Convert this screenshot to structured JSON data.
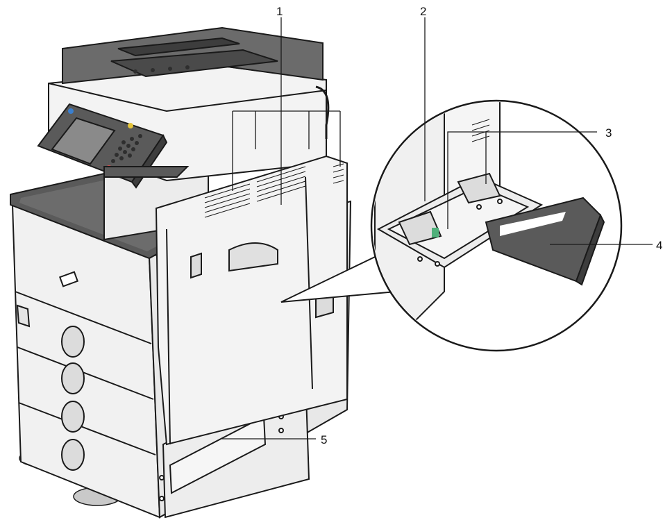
{
  "callouts": [
    {
      "number": "1",
      "part": "upper-vents"
    },
    {
      "number": "2",
      "part": "bypass-tray"
    },
    {
      "number": "3",
      "part": "paper-guides"
    },
    {
      "number": "4",
      "part": "extender"
    },
    {
      "number": "5",
      "part": "lower-vent"
    }
  ],
  "colors": {
    "outline": "#1a1a1a",
    "body_light": "#f2f2f2",
    "body_mid": "#d9d9d9",
    "dark_panel": "#5a5a5a",
    "darker": "#3d3d3d",
    "screen": "#8a8a8a",
    "accent_green": "#4fb07a",
    "accent_red": "#d94848",
    "accent_yellow": "#e3c33a",
    "accent_blue": "#3a7fcf"
  }
}
